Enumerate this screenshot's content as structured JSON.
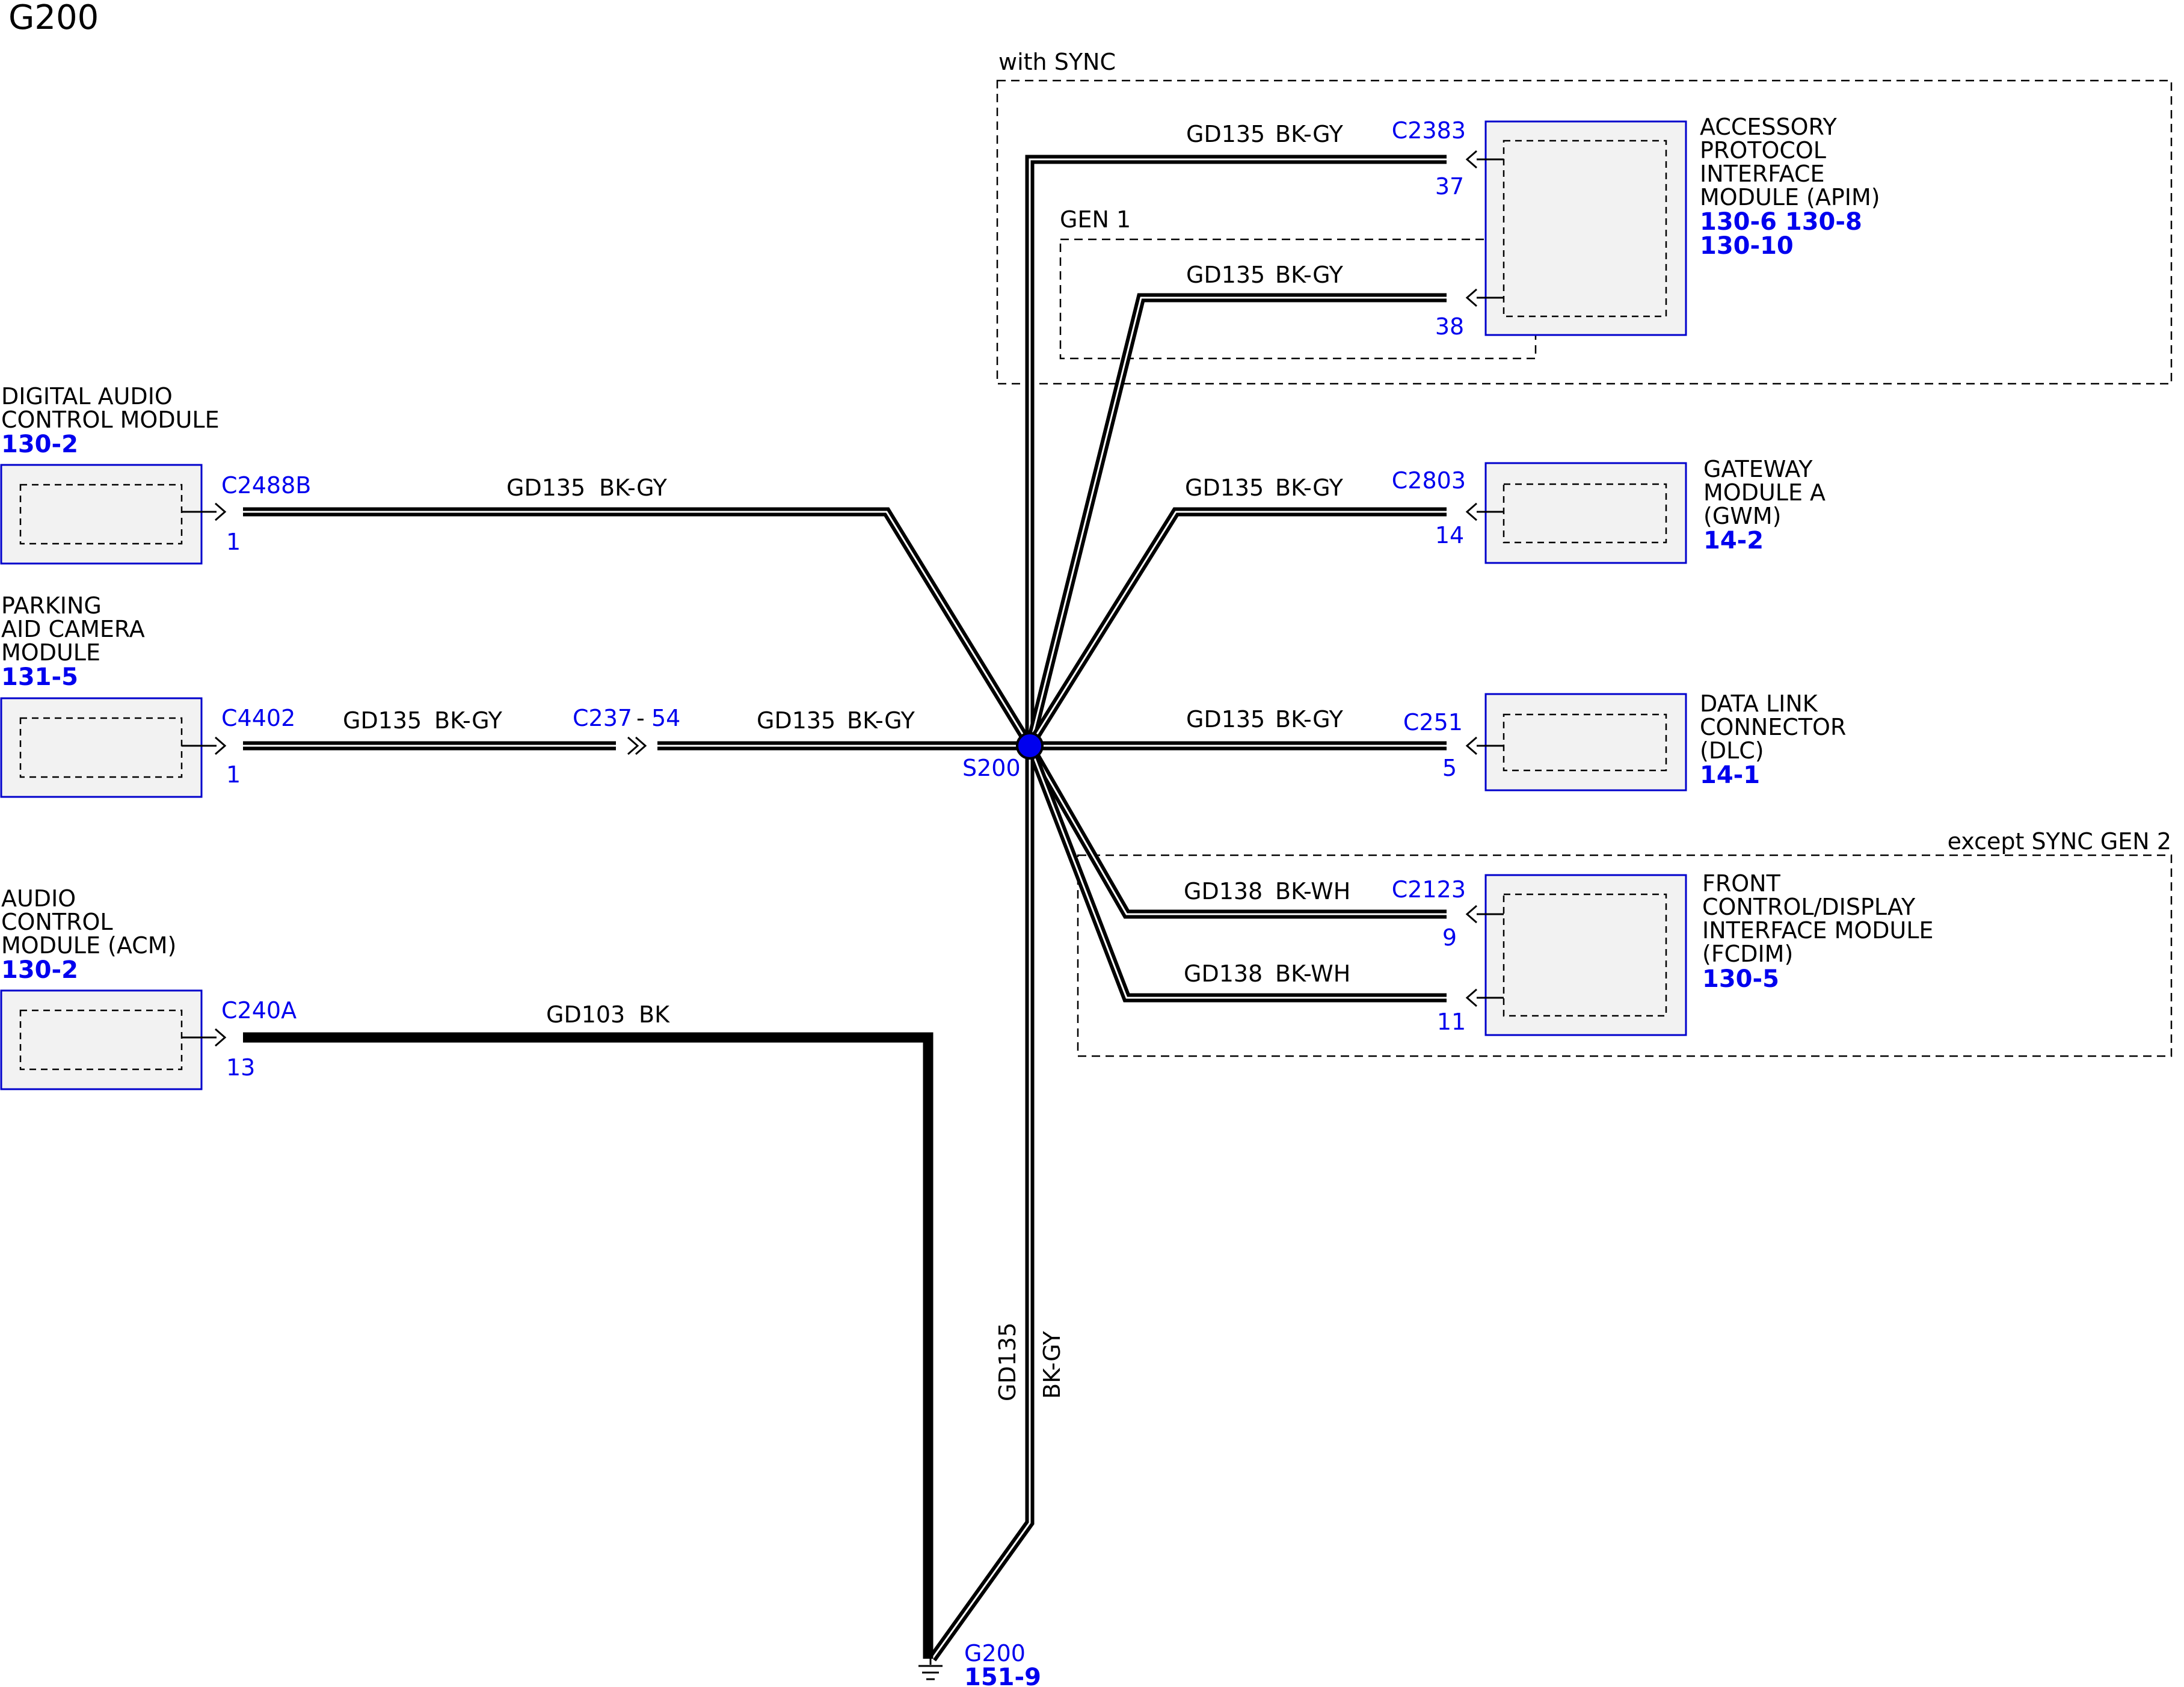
{
  "title": "G200",
  "groups": {
    "with_sync": "with SYNC",
    "gen1": "GEN 1",
    "except_sync_gen2": "except SYNC GEN 2"
  },
  "splice": {
    "label": "S200",
    "color": "#0000ee"
  },
  "ground": {
    "label": "G200",
    "ref": "151-9"
  },
  "modules": {
    "apim": {
      "lines": [
        "ACCESSORY",
        "PROTOCOL",
        "INTERFACE",
        "MODULE (APIM)"
      ],
      "refs": [
        "130-6 130-8",
        "130-10"
      ]
    },
    "gwm": {
      "lines": [
        "GATEWAY",
        "MODULE A",
        "(GWM)"
      ],
      "refs": [
        "14-2"
      ]
    },
    "dlc": {
      "lines": [
        "DATA LINK",
        "CONNECTOR",
        "(DLC)"
      ],
      "refs": [
        "14-1"
      ]
    },
    "fcdim": {
      "lines": [
        "FRONT",
        "CONTROL/DISPLAY",
        "INTERFACE MODULE",
        "(FCDIM)"
      ],
      "refs": [
        "130-5"
      ]
    },
    "dacm": {
      "lines": [
        "DIGITAL AUDIO",
        "CONTROL MODULE"
      ],
      "refs": [
        "130-2"
      ]
    },
    "pacm": {
      "lines": [
        "PARKING",
        "AID CAMERA",
        "MODULE"
      ],
      "refs": [
        "131-5"
      ]
    },
    "acm": {
      "lines": [
        "AUDIO",
        "CONTROL",
        "MODULE (ACM)"
      ],
      "refs": [
        "130-2"
      ]
    }
  },
  "connectors": {
    "c2383": {
      "name": "C2383",
      "pins": [
        "37",
        "38"
      ]
    },
    "c2803": {
      "name": "C2803",
      "pins": [
        "14"
      ]
    },
    "c251": {
      "name": "C251",
      "pins": [
        "5"
      ]
    },
    "c2123": {
      "name": "C2123",
      "pins": [
        "9",
        "11"
      ]
    },
    "c2488b": {
      "name": "C2488B",
      "pins": [
        "1"
      ]
    },
    "c4402": {
      "name": "C4402",
      "pins": [
        "1"
      ]
    },
    "c240a": {
      "name": "C240A",
      "pins": [
        "13"
      ]
    },
    "c237": {
      "name": "C237",
      "pin": "54"
    }
  },
  "wires": {
    "apim_37": {
      "circuit": "GD135",
      "color": "BK-GY"
    },
    "apim_38": {
      "circuit": "GD135",
      "color": "BK-GY"
    },
    "gwm": {
      "circuit": "GD135",
      "color": "BK-GY"
    },
    "dlc": {
      "circuit": "GD135",
      "color": "BK-GY"
    },
    "fcdim_9": {
      "circuit": "GD138",
      "color": "BK-WH"
    },
    "fcdim_11": {
      "circuit": "GD138",
      "color": "BK-WH"
    },
    "dacm": {
      "circuit": "GD135",
      "color": "BK-GY"
    },
    "pacm_a": {
      "circuit": "GD135",
      "color": "BK-GY"
    },
    "pacm_b": {
      "circuit": "GD135",
      "color": "BK-GY"
    },
    "acm": {
      "circuit": "GD103",
      "color": "BK"
    },
    "ground": {
      "circuit": "GD135",
      "color": "BK-GY"
    }
  }
}
